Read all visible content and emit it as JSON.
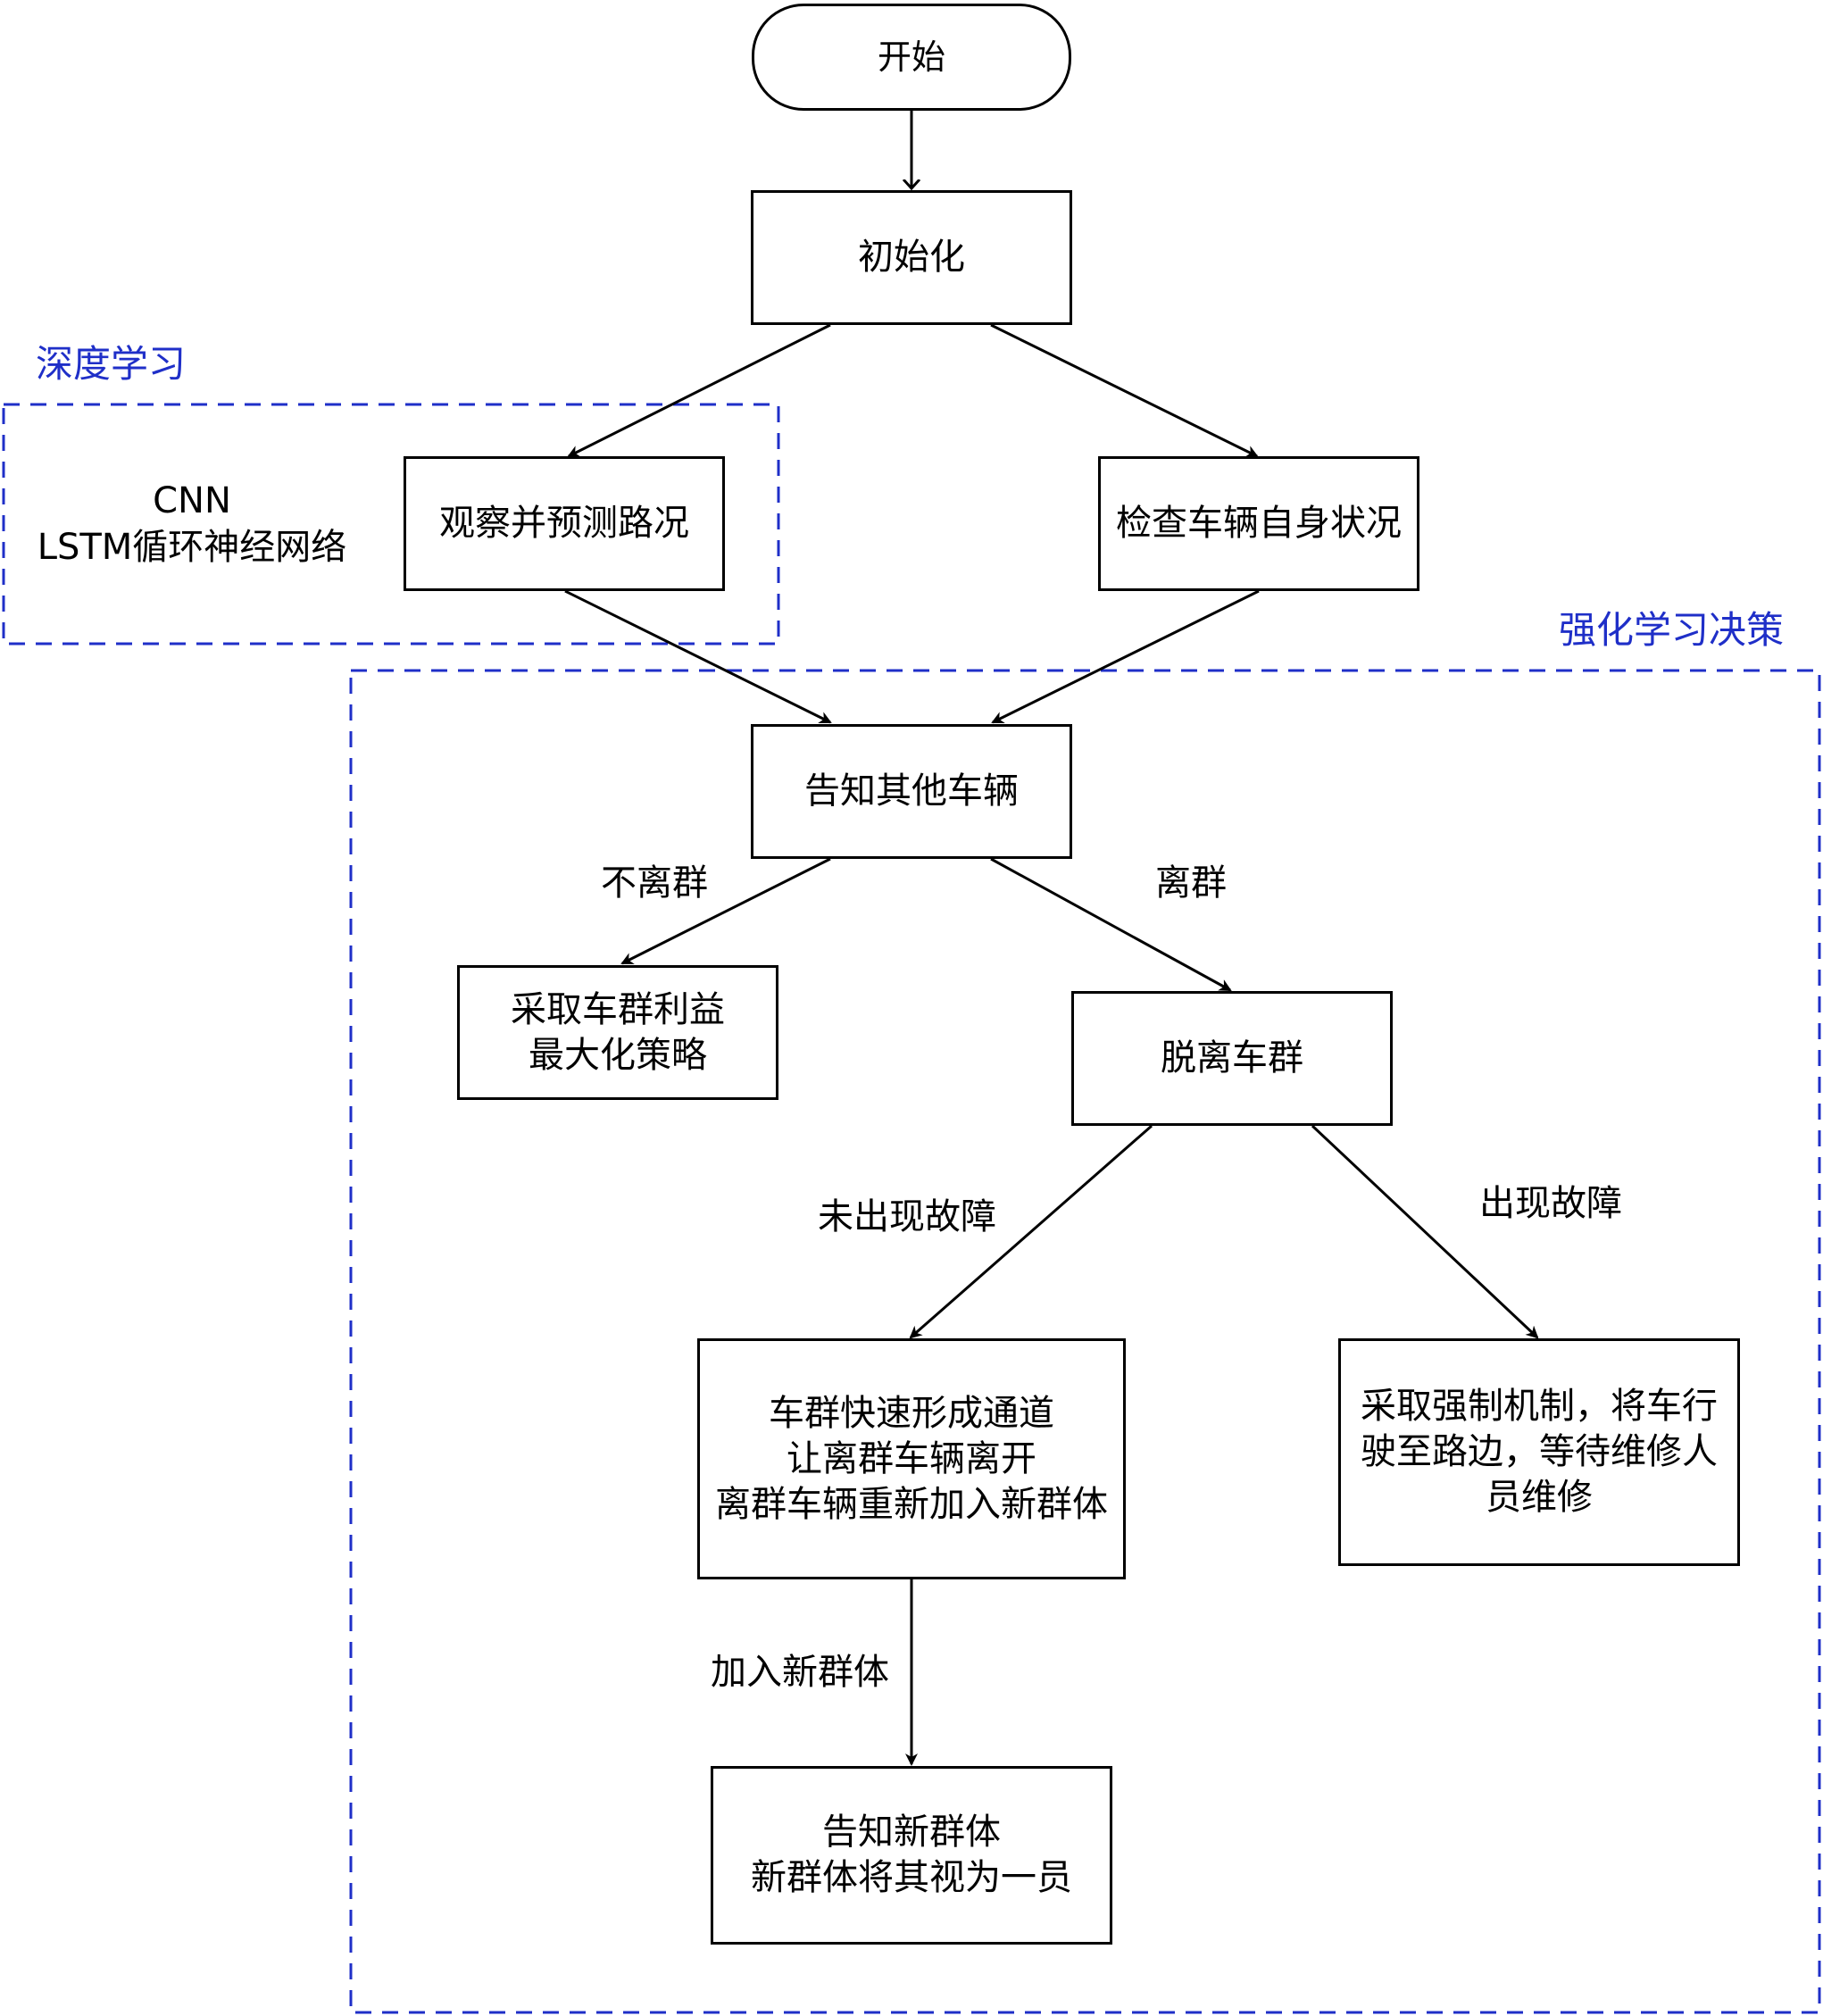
{
  "colors": {
    "region_border": "#1f2fc8",
    "region_title": "#1f2fc8",
    "node_border": "#000000",
    "edge": "#000000"
  },
  "regions": {
    "deep_learning": {
      "title": "深度学习",
      "methods": "CNN\nLSTM循环神经网络"
    },
    "rl_decision": {
      "title": "强化学习决策"
    }
  },
  "nodes": {
    "start": "开始",
    "init": "初始化",
    "observe": "观察并预测路况",
    "check": "检查车辆自身状况",
    "notify": "告知其他车辆",
    "platoon_strategy": "采取车群利益\n最大化策略",
    "leave": "脱离车群",
    "form_lane": "车群快速形成通道\n让离群车辆离开\n离群车辆重新加入新群体",
    "force_stop": "采取强制机制，将车行\n驶至路边，等待维修人\n员维修",
    "join_new": "告知新群体\n新群体将其视为一员"
  },
  "edge_labels": {
    "not_leave": "不离群",
    "leave": "离群",
    "no_fault": "未出现故障",
    "fault": "出现故障",
    "join_new_group": "加入新群体"
  }
}
